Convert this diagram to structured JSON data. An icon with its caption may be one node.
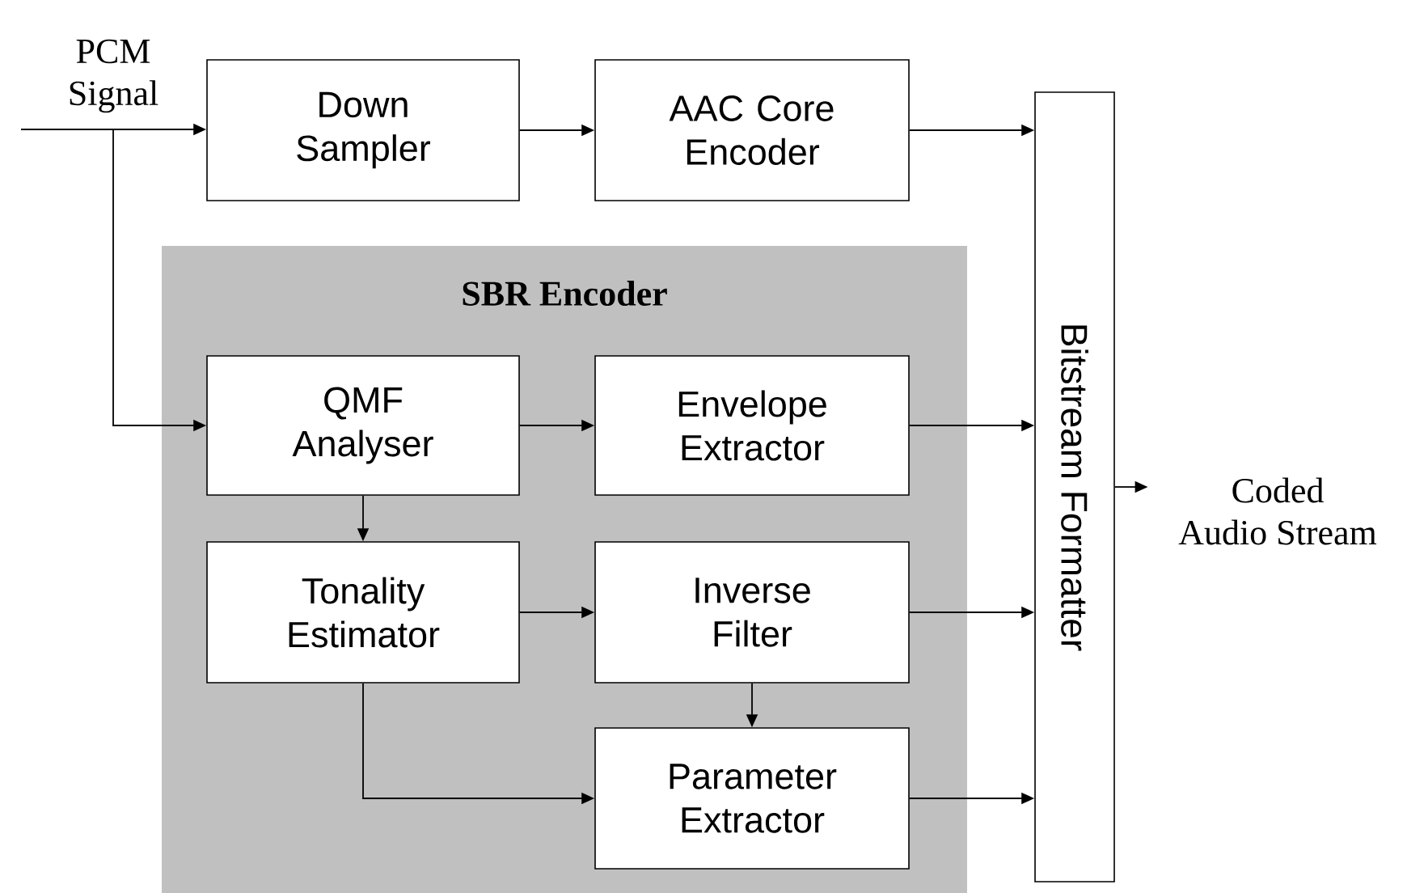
{
  "diagram": {
    "nodes": [
      {
        "text": [
          "Down Sampler"
        ]
      },
      {
        "text": [
          "AAC Core Encoder"
        ]
      },
      {
        "text": [
          "SBR Encoder"
        ]
      },
      {
        "text": [
          "QMF Analyser"
        ],
        "in": 2
      },
      {
        "text": [
          "Envelope Extractor"
        ],
        "in": 2
      },
      {
        "text": [
          "Tonality Estimator"
        ],
        "in": 2
      },
      {
        "text": [
          "Inverse Filter"
        ],
        "in": 2
      },
      {
        "text": [
          "Parameter Extractor"
        ],
        "in": 2
      },
      {
        "text": [
          "Bitstream Formatter"
        ]
      },
      {
        "text": [
          "Coded Audio Stream"
        ]
      }
    ],
    "edges": [
      {
        "from": null,
        "to": 0,
        "arrow": "to",
        "label": "PCM Signal"
      },
      {
        "from": null,
        "to": 3,
        "arrow": "to"
      },
      {
        "from": 0,
        "to": 1,
        "arrow": "to"
      },
      {
        "from": 1,
        "to": 8,
        "arrow": "to"
      },
      {
        "from": 3,
        "to": 4,
        "arrow": "to"
      },
      {
        "from": 3,
        "to": 5,
        "arrow": "to"
      },
      {
        "from": 4,
        "to": 8,
        "arrow": "to"
      },
      {
        "from": 5,
        "to": 6,
        "arrow": "to"
      },
      {
        "from": 5,
        "to": 7,
        "arrow": "to"
      },
      {
        "from": 6,
        "to": 7,
        "arrow": "to"
      },
      {
        "from": 6,
        "to": 8,
        "arrow": "to"
      },
      {
        "from": 7,
        "to": 8,
        "arrow": "to"
      },
      {
        "from": 8,
        "to": 9,
        "arrow": "to"
      }
    ]
  }
}
